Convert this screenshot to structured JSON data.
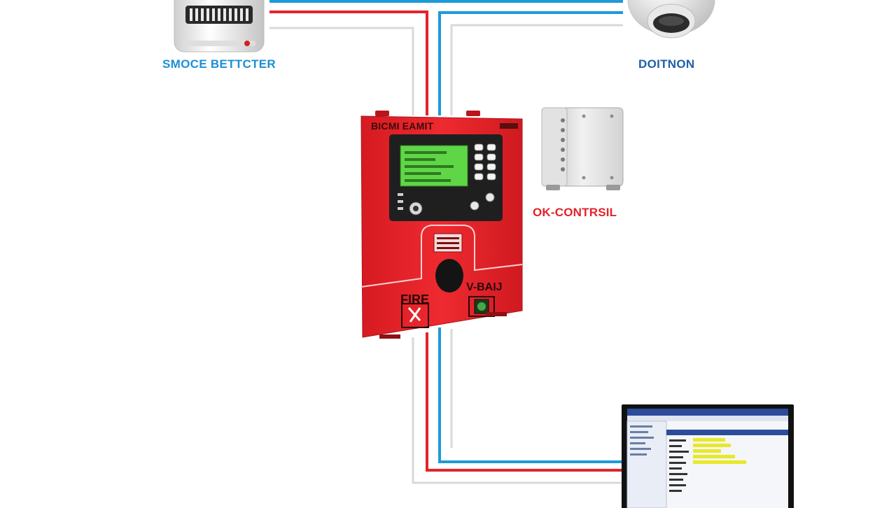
{
  "labels": {
    "smoke_detector": "SMOCE BETTCTER",
    "detector": "DOITNON",
    "control": "OK-CONTRSIL"
  },
  "panel": {
    "brand": "BICMI EAMIT",
    "fire_label": "FIRE",
    "zone_label": "V-BAIJ"
  },
  "colors": {
    "panel_red": "#e41f26",
    "wire_red": "#e2232a",
    "wire_blue": "#1e9ad8",
    "wire_grey": "#d8d8d8",
    "lcd_green": "#5fd646",
    "label_blue": "#1b8fd6",
    "label_navy": "#1f5fa8"
  },
  "icons": [
    "smoke-detector-icon",
    "ceiling-detector-icon",
    "junction-box-icon",
    "fire-alarm-panel-icon",
    "computer-monitor-icon"
  ]
}
